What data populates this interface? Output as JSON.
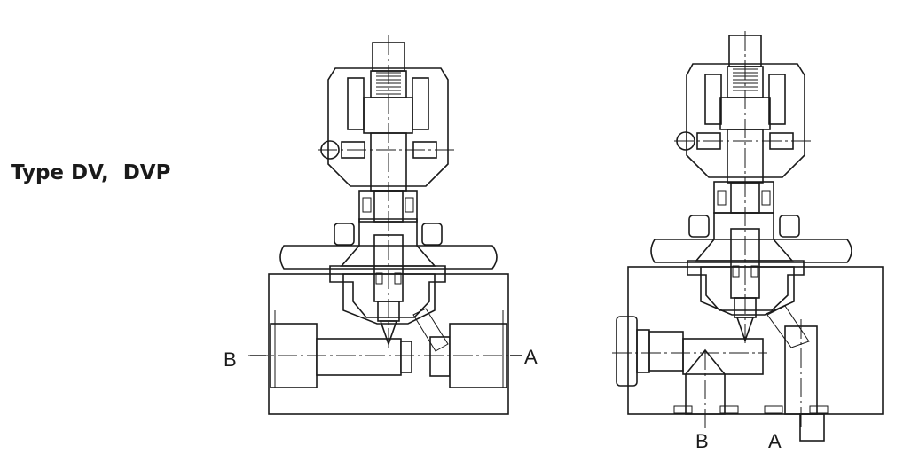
{
  "title": "Type DV,  DVP",
  "left_valve": {
    "port_b": "B",
    "port_a": "A"
  },
  "right_valve": {
    "port_b": "B",
    "port_a": "A"
  },
  "colors": {
    "line": "#1a1a1a",
    "background": "#ffffff"
  }
}
